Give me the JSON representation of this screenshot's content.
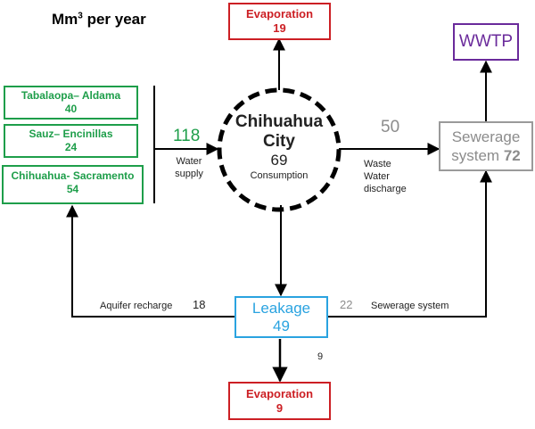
{
  "units": {
    "prefix": "Mm",
    "exponent": "3",
    "suffix": " per year"
  },
  "city": {
    "name_line1": "Chihuahua",
    "name_line2": "City",
    "value": "69",
    "label": "Consumption"
  },
  "sources": [
    {
      "name": "Tabalaopa– Aldama",
      "value": "40"
    },
    {
      "name": "Sauz– Encinillas",
      "value": "24"
    },
    {
      "name": "Chihuahua- Sacramento",
      "value": "54"
    }
  ],
  "water_supply": {
    "value": "118",
    "label_line1": "Water",
    "label_line2": "supply"
  },
  "evaporation_top": {
    "label": "Evaporation",
    "value": "19"
  },
  "wastewater": {
    "value": "50",
    "label_line1": "Waste",
    "label_line2": "Water",
    "label_line3": "discharge"
  },
  "sewerage": {
    "label_line1": "Sewerage",
    "label_line2": "system",
    "value": "72"
  },
  "wwtp": {
    "label": "WWTP"
  },
  "leakage": {
    "label": "Leakage",
    "value": "49"
  },
  "aquifer_recharge": {
    "label": "Aquifer recharge",
    "value": "18"
  },
  "leak_to_sewerage": {
    "value": "22",
    "label": "Sewerage system"
  },
  "leak_evaporation": {
    "value": "9"
  },
  "evaporation_bottom": {
    "label": "Evaporation",
    "value": "9"
  },
  "colors": {
    "dark": "#222222",
    "red": "#cc1f24",
    "green": "#1e9e4a",
    "grey": "#8c8c8c",
    "blue": "#2aa3e0",
    "purple": "#6a2a9b"
  }
}
